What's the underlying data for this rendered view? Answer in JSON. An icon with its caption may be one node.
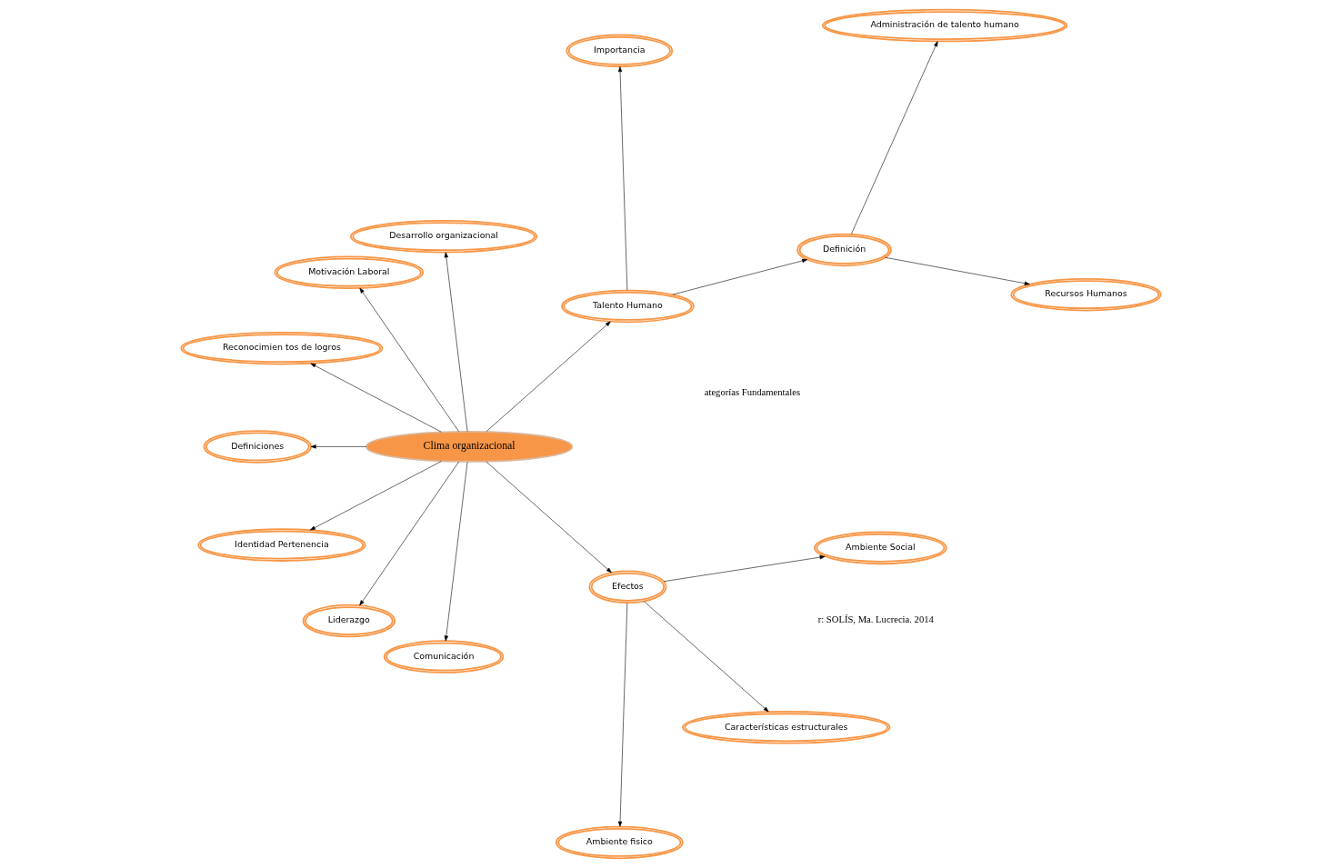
{
  "diagram": {
    "nodes": [
      {
        "text": [
          "Clima organizacional"
        ]
      },
      {
        "text": [
          "Talento Humano"
        ]
      },
      {
        "text": [
          "Definición"
        ]
      },
      {
        "text": [
          "Recursos Humanos"
        ]
      },
      {
        "text": [
          "Administración de talento humano"
        ]
      },
      {
        "text": [
          "Importancia"
        ]
      },
      {
        "text": [
          "Desarrollo organizacional"
        ]
      },
      {
        "text": [
          "Motivación Laboral"
        ]
      },
      {
        "text": [
          "Reconocimien tos de logros"
        ]
      },
      {
        "text": [
          "Definiciones"
        ]
      },
      {
        "text": [
          "Identidad Pertenencia"
        ]
      },
      {
        "text": [
          "Liderazgo"
        ]
      },
      {
        "text": [
          "Comunicación"
        ]
      },
      {
        "text": [
          "Efectos"
        ]
      },
      {
        "text": [
          "Ambiente fisico"
        ]
      },
      {
        "text": [
          "Características estructurales"
        ]
      },
      {
        "text": [
          "Ambiente Social"
        ]
      }
    ],
    "edges": [
      {
        "from": 0,
        "to": 1,
        "arrow": "to"
      },
      {
        "from": 1,
        "to": 2,
        "arrow": "to"
      },
      {
        "from": 2,
        "to": 3,
        "arrow": "to"
      },
      {
        "from": 2,
        "to": 4,
        "arrow": "to"
      },
      {
        "from": 1,
        "to": 5,
        "arrow": "to"
      },
      {
        "from": 0,
        "to": 6,
        "arrow": "to"
      },
      {
        "from": 0,
        "to": 7,
        "arrow": "to"
      },
      {
        "from": 0,
        "to": 8,
        "arrow": "to"
      },
      {
        "from": 0,
        "to": 9,
        "arrow": "to"
      },
      {
        "from": 0,
        "to": 10,
        "arrow": "to"
      },
      {
        "from": 0,
        "to": 11,
        "arrow": "to"
      },
      {
        "from": 0,
        "to": 12,
        "arrow": "to"
      },
      {
        "from": 0,
        "to": 13,
        "arrow": "to"
      },
      {
        "from": 13,
        "to": 14,
        "arrow": "to"
      },
      {
        "from": 13,
        "to": 15,
        "arrow": "to"
      },
      {
        "from": 13,
        "to": 16,
        "arrow": "to"
      }
    ],
    "labels": [
      "ategorías Fundamentales",
      "r: SOLÍS, Ma. Lucrecia. 2014"
    ]
  }
}
